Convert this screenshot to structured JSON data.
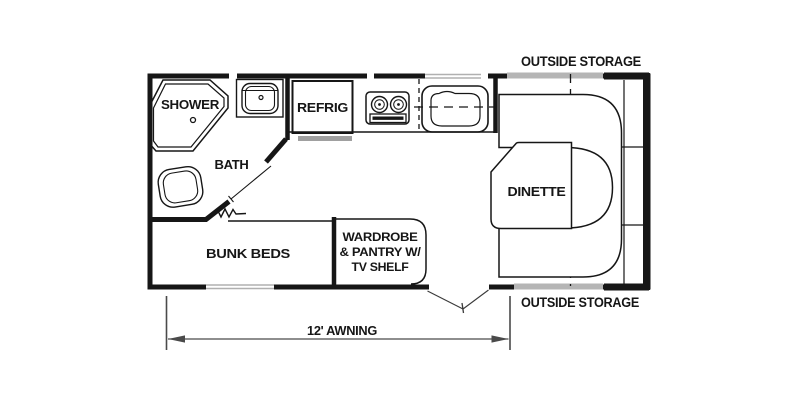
{
  "floorplan": {
    "rooms": {
      "shower": "SHOWER",
      "bath": "BATH",
      "refrig": "REFRIG",
      "dinette": "DINETTE",
      "bunk_beds": "BUNK BEDS",
      "wardrobe_line1": "WARDROBE",
      "wardrobe_line2": "& PANTRY W/",
      "wardrobe_line3": "TV SHELF"
    },
    "annotations": {
      "outside_storage_top": "OUTSIDE STORAGE",
      "outside_storage_bottom": "OUTSIDE STORAGE",
      "awning": "12' AWNING"
    },
    "colors": {
      "line": "#161616",
      "window_gray": "#b0b0b0",
      "storage_hatch_gray": "#b5b5b5",
      "background": "#ffffff"
    }
  }
}
